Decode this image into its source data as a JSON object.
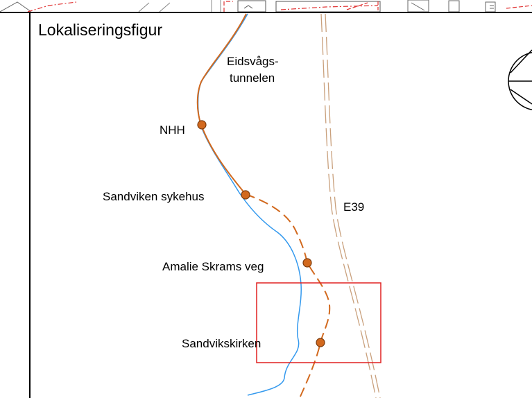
{
  "figure": {
    "title": "Lokaliseringsfigur"
  },
  "labels": {
    "tunnel": [
      "Eidsvågs-",
      "tunnelen"
    ],
    "road": "E39",
    "stops": [
      "NHH",
      "Sandviken sykehus",
      "Amalie Skrams veg",
      "Sandvikskirken"
    ]
  },
  "colors": {
    "route": "#d2691e",
    "stop_fill": "#d2691e",
    "stop_stroke": "#7a3a0c",
    "existing_line": "#3399ee",
    "road": "#c9a07c",
    "focus_frame": "#e02020",
    "parcel_dash": "#e03030",
    "frame": "#000000"
  }
}
